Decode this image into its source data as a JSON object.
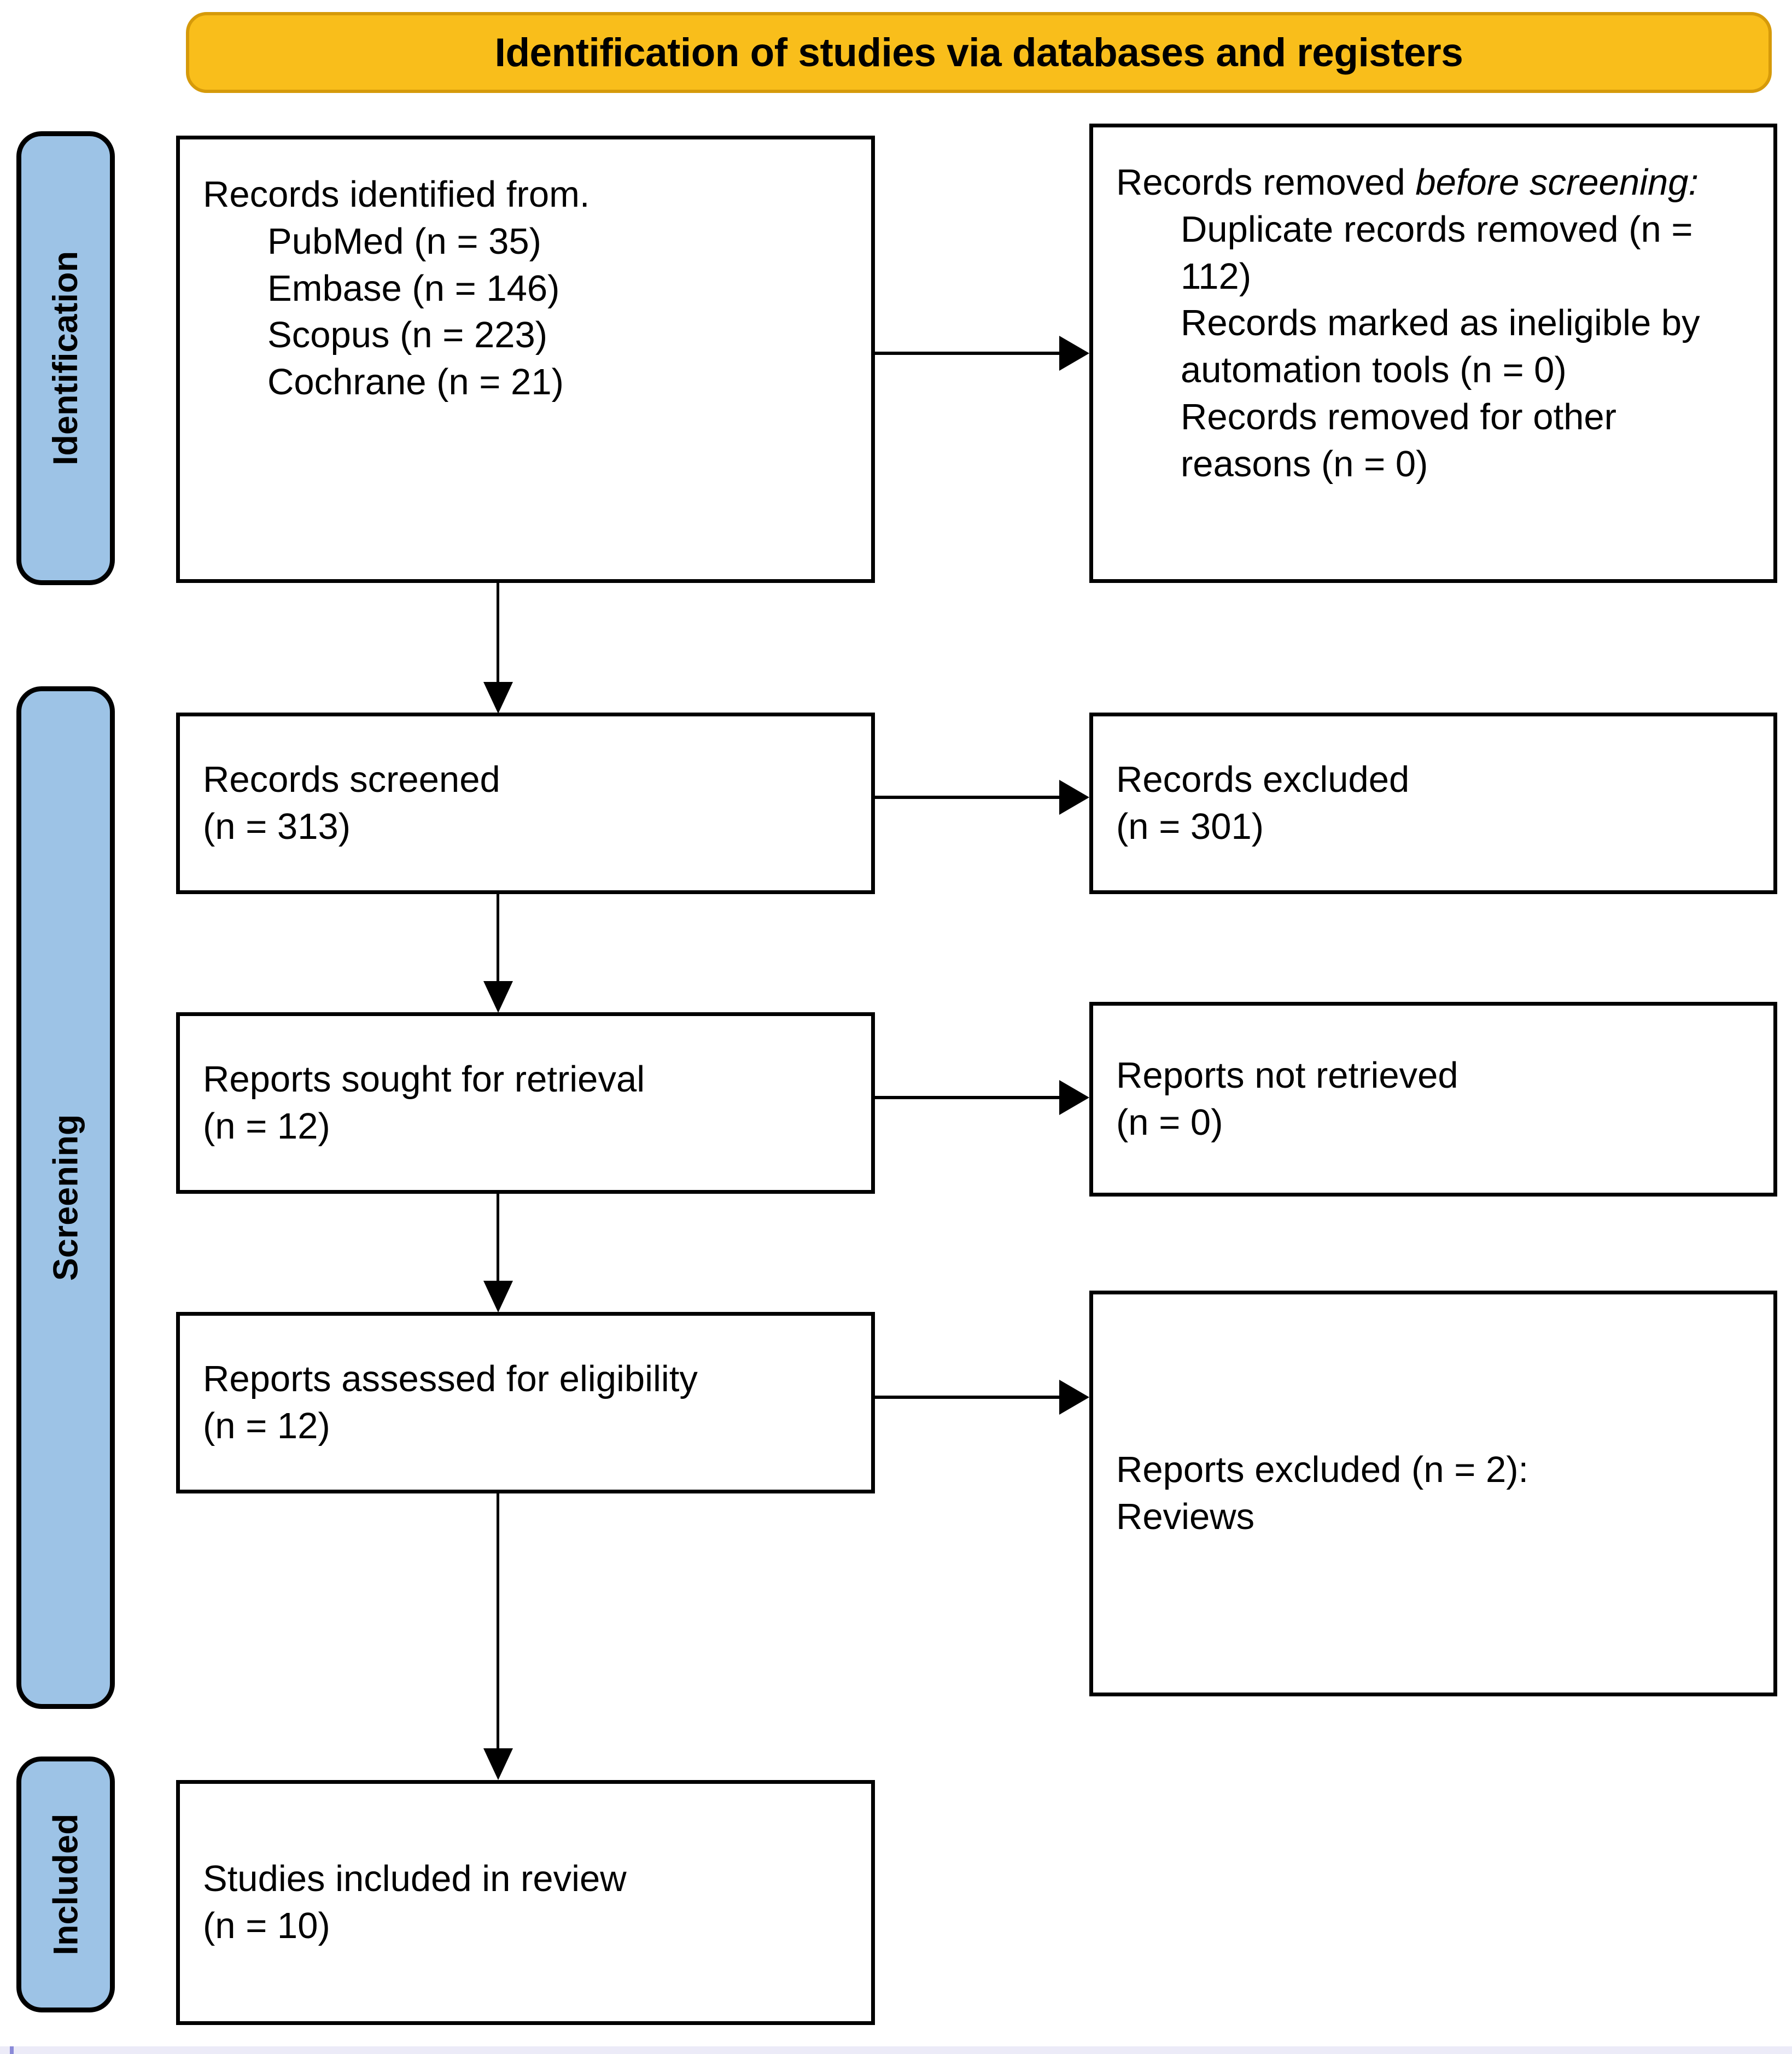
{
  "header": {
    "title": "Identification of studies via databases and registers",
    "background_color": "#F9BE1B",
    "border_color": "#D69A0A",
    "text_color": "#000000"
  },
  "stages": {
    "accent_color": "#9DC3E6",
    "border_color": "#000000",
    "items": [
      {
        "label": "Identification"
      },
      {
        "label": "Screening"
      },
      {
        "label": "Included"
      }
    ]
  },
  "boxes": {
    "identified": {
      "heading": "Records identified from.",
      "sources": [
        "PubMed (n = 35)",
        "Embase (n = 146)",
        "Scopus (n = 223)",
        "Cochrane (n = 21)"
      ]
    },
    "removed_before_screening": {
      "heading_plain": "Records removed ",
      "heading_italic": "before screening",
      "heading_italic_colon": ":",
      "items": [
        "Duplicate records removed (n = 112)",
        "Records marked as ineligible by automation tools (n = 0)",
        "Records removed for other reasons (n = 0)"
      ]
    },
    "records_screened": {
      "label": "Records screened",
      "count": "(n = 313)"
    },
    "records_excluded": {
      "label": "Records excluded",
      "count": "(n = 301)"
    },
    "reports_sought": {
      "label": "Reports sought for retrieval",
      "count": "(n = 12)"
    },
    "reports_not_retrieved": {
      "label": "Reports not retrieved",
      "count": "(n = 0)"
    },
    "reports_assessed": {
      "label": "Reports assessed for eligibility",
      "count": "(n = 12)"
    },
    "reports_excluded_eligibility": {
      "label": "Reports excluded (n = 2):",
      "reason": "Reviews"
    },
    "studies_included": {
      "label": "Studies included in review",
      "count": "(n = 10)"
    }
  }
}
